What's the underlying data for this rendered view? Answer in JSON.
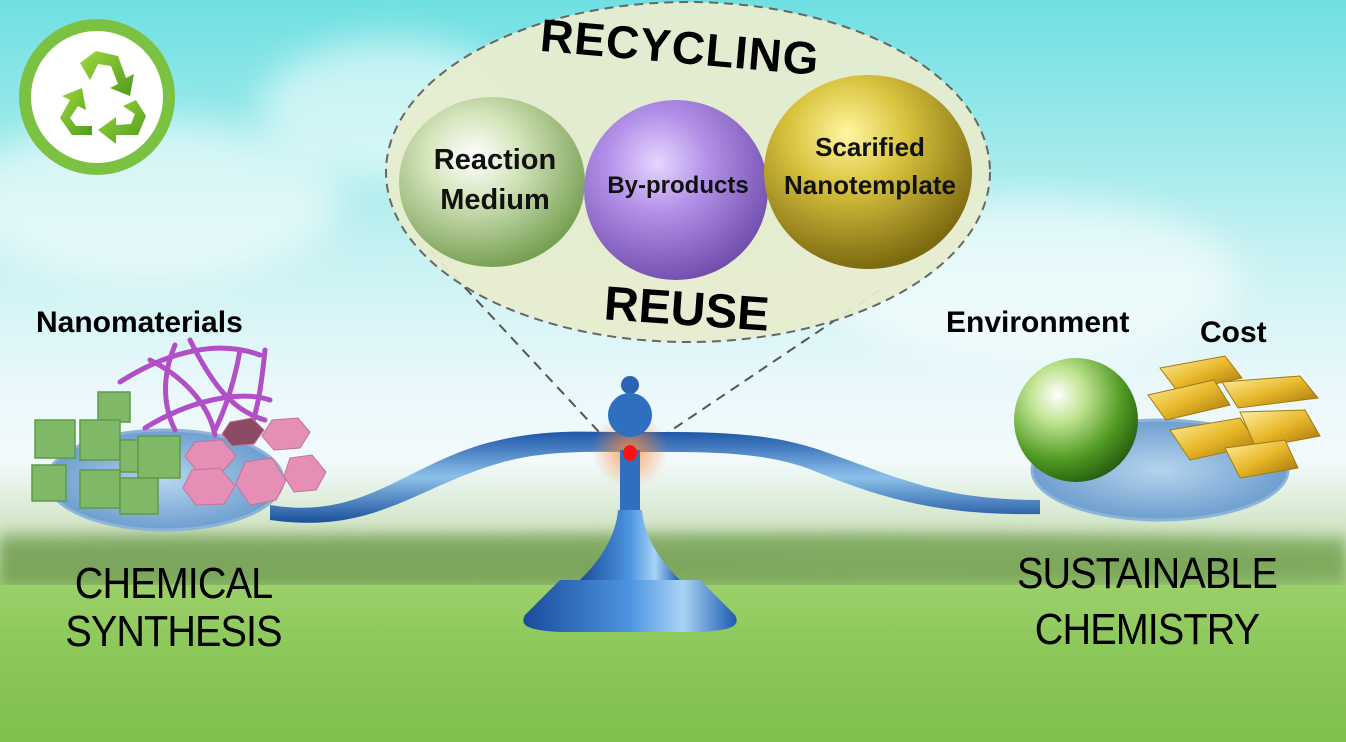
{
  "diagram": {
    "recycle_badge": {
      "icon": "recycle-icon",
      "color": "#7cc242"
    },
    "bubble": {
      "top_label": "RECYCLING",
      "bottom_label": "REUSE",
      "spheres": [
        {
          "label_line1": "Reaction",
          "label_line2": "Medium",
          "color": "#b8d39a"
        },
        {
          "label_line1": "By-products",
          "label_line2": "",
          "color": "#a98be0"
        },
        {
          "label_line1": "Scarified",
          "label_line2": "Nanotemplate",
          "color": "#d7c23a"
        }
      ]
    },
    "left": {
      "item_label": "Nanomaterials",
      "caption_line1": "CHEMICAL",
      "caption_line2": "SYNTHESIS"
    },
    "right": {
      "item_label_1": "Environment",
      "item_label_2": "Cost",
      "caption_line1": "SUSTAINABLE",
      "caption_line2": "CHEMISTRY"
    },
    "colors": {
      "balance_blue": "#2f6fc0",
      "fulcrum_red": "#ff1010",
      "cube_green": "#7fb866",
      "hexagon_pink": "#e58fb6",
      "nanowire_purple": "#b04fc6"
    }
  }
}
